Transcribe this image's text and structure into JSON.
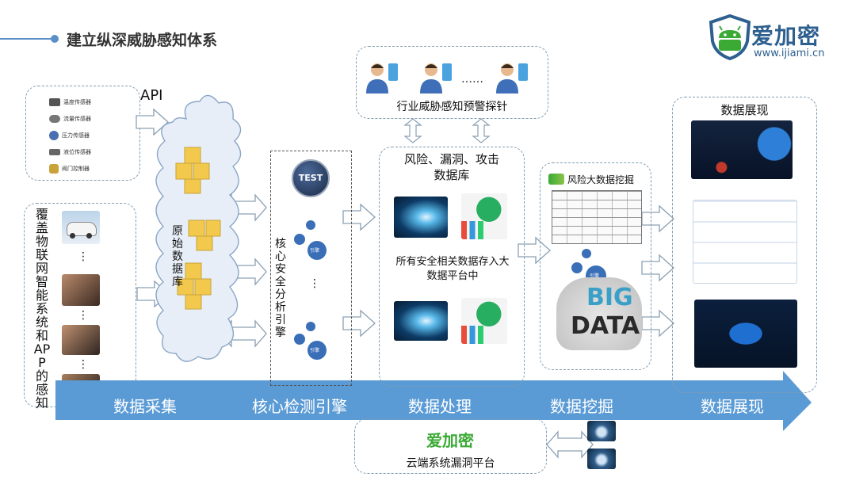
{
  "header": {
    "title": "建立纵深威胁感知体系",
    "brand_name": "爱加密",
    "brand_url": "www.ijiami.cn"
  },
  "collection": {
    "api_label": "API",
    "sensors": [
      "温度传感器",
      "流量传感器",
      "压力传感器",
      "液位传感器",
      "阀门控制器"
    ],
    "vertical_label": "覆盖物联网智能系统和APP的感知",
    "ellipsis": "⋮"
  },
  "database": {
    "label": "原始数据库"
  },
  "engine": {
    "badge": "TEST",
    "label": "核心安全分析引擎",
    "gear_text": "引擎",
    "ellipsis": "⋮"
  },
  "industry_probe": {
    "label": "行业威胁感知预警探针",
    "ellipsis": "……"
  },
  "processing": {
    "title": "风险、漏洞、攻击数据库",
    "middle_text": "所有安全相关数据存入大数据平台中"
  },
  "mining": {
    "title": "风险大数据挖掘",
    "big": "BIG",
    "data": "DATA",
    "gear_text": "引擎"
  },
  "display": {
    "title": "数据展现"
  },
  "cloud": {
    "logo": "爱加密",
    "label": "云端系统漏洞平台"
  },
  "stages": [
    "数据采集",
    "核心检测引擎",
    "数据处理",
    "数据挖掘",
    "数据展现"
  ],
  "colors": {
    "arrow_blue": "#5b9bd5",
    "dash_border": "#7f9db3",
    "gear_blue": "#3a6fb8",
    "brand_green": "#3aaa35"
  }
}
